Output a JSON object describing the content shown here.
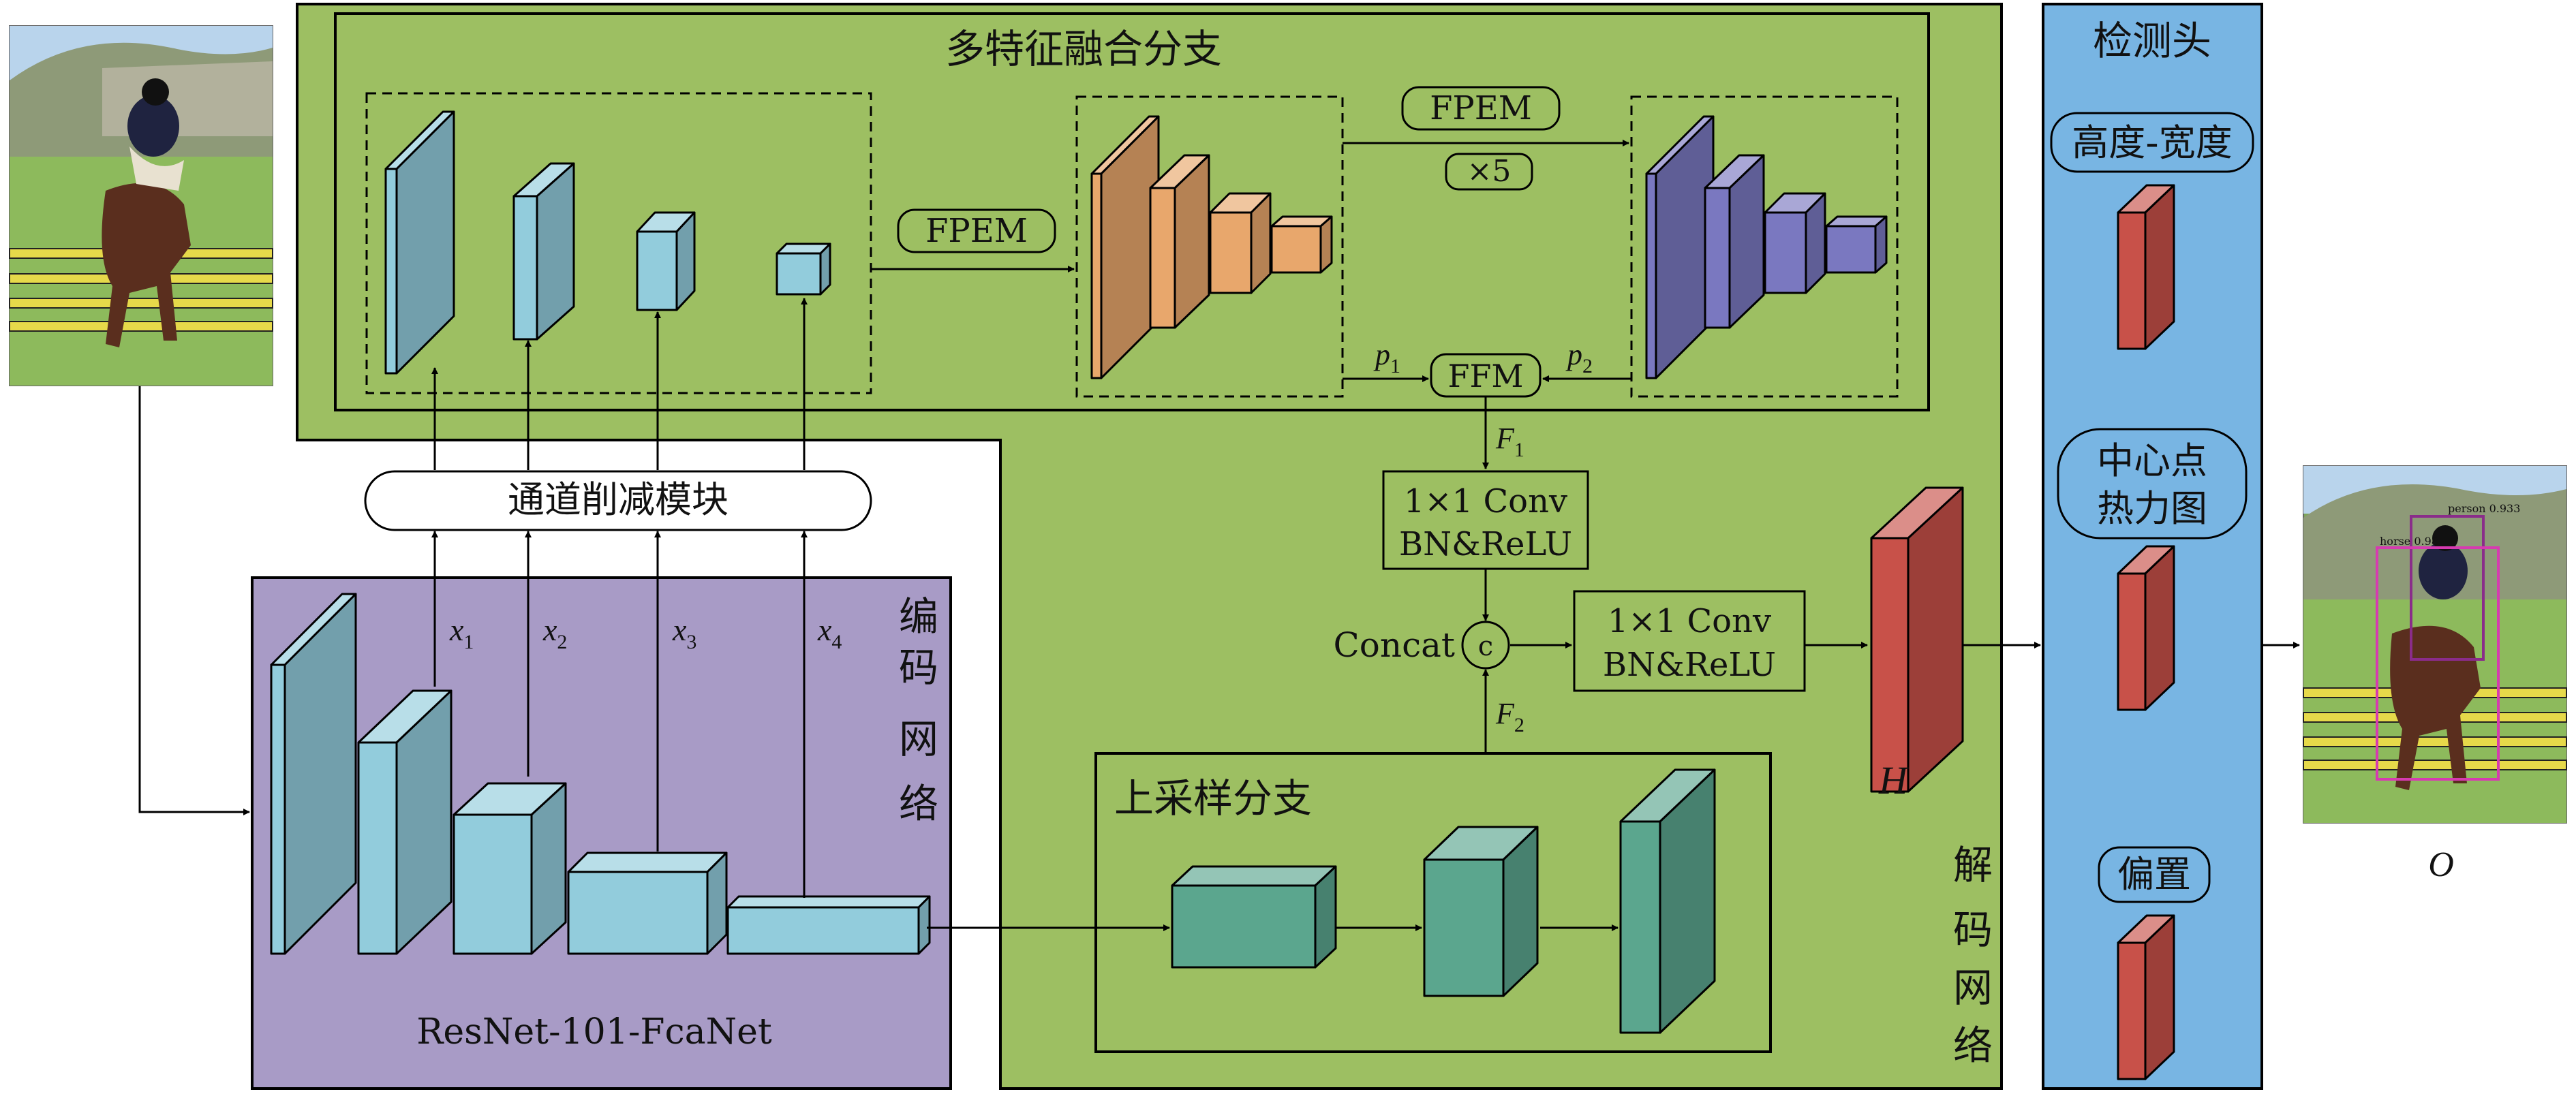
{
  "fusion_branch": {
    "title": "多特征融合分支"
  },
  "modules": {
    "fpem1": "FPEM",
    "fpem2": "FPEM",
    "repeat": "×5",
    "ffm": "FFM",
    "channel_reduction": "通道削减模块",
    "conv1_line1": "1×1 Conv",
    "conv1_line2": "BN&ReLU",
    "conv2_line1": "1×1 Conv",
    "conv2_line2": "BN&ReLU",
    "concat_label": "Concat",
    "concat_symbol": "c"
  },
  "labels": {
    "p1": "p",
    "p1_sub": "1",
    "p2": "p",
    "p2_sub": "2",
    "f1": "F",
    "f1_sub": "1",
    "f2": "F",
    "f2_sub": "2",
    "x1": "x",
    "x1_sub": "1",
    "x2": "x",
    "x2_sub": "2",
    "x3": "x",
    "x3_sub": "3",
    "x4": "x",
    "x4_sub": "4",
    "H": "H",
    "O": "O"
  },
  "encoder": {
    "title_chars": [
      "编",
      "码",
      "网",
      "络"
    ],
    "backbone": "ResNet-101-FcaNet"
  },
  "decoder": {
    "title_chars": [
      "解",
      "码",
      "网",
      "络"
    ]
  },
  "upsample_branch": {
    "title": "上采样分支"
  },
  "detection_head": {
    "title": "检测头",
    "outputs": [
      {
        "lines": [
          "高度-宽度"
        ]
      },
      {
        "lines": [
          "中心点",
          "热力图"
        ]
      },
      {
        "lines": [
          "偏置"
        ]
      }
    ]
  },
  "output_image": {
    "box1_caption": "person 0.933",
    "box2_caption": "horse 0.98"
  },
  "colors": {
    "decoder_green": "#9DBF62",
    "encoder_purple": "#A89BC6",
    "head_blue": "#78B5E3",
    "cyan_block": "#92CCDC",
    "orange_block": "#E8A76C",
    "violet_block": "#7A78C0",
    "teal_block": "#5BA68E",
    "red_block": "#C85149"
  }
}
